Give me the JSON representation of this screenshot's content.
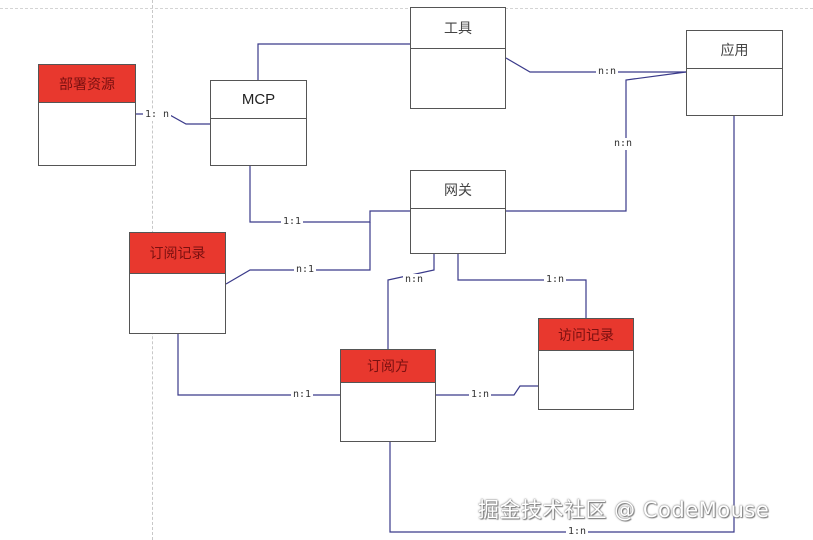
{
  "accent": "#e8382e",
  "line_color": "#3a3a8a",
  "entities": {
    "deploy": "部署资源",
    "mcp": "MCP",
    "tool": "工具",
    "app": "应用",
    "gateway": "网关",
    "sub_record": "订阅记录",
    "subscriber": "订阅方",
    "access_record": "访问记录"
  },
  "relations": {
    "deploy_mcp": "1: n",
    "tool_app": "n:n",
    "app_gateway": "n:n",
    "mcp_gateway": "1:1",
    "gateway_subrecord": "n:1",
    "gateway_subscriber": "n:n",
    "gateway_access": "1:n",
    "subrecord_subscriber": "n:1",
    "subscriber_access": "1:n",
    "subscriber_app": "1:n"
  },
  "watermark": "掘金技术社区 @ CodeMouse"
}
